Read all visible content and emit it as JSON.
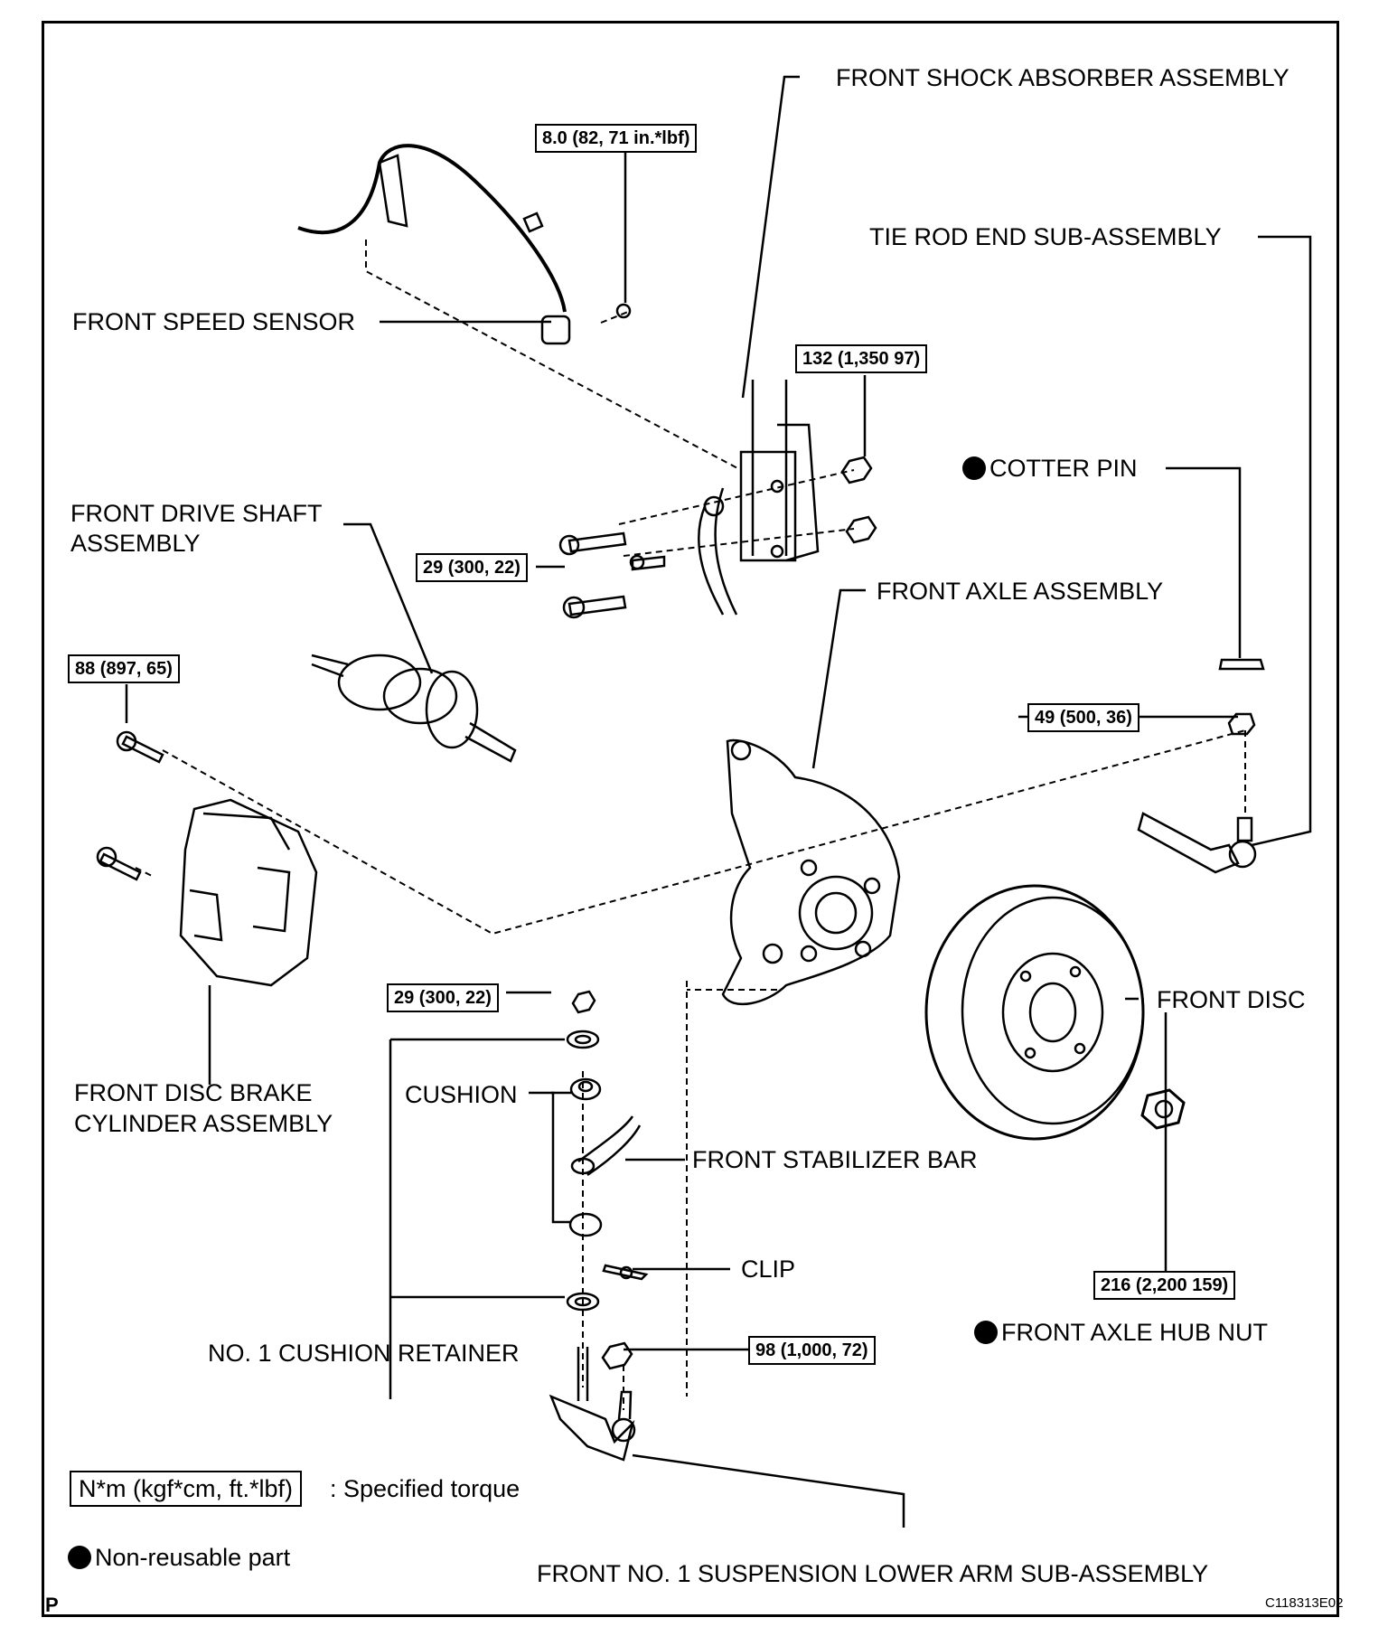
{
  "labels": {
    "shock_absorber": "FRONT SHOCK ABSORBER ASSEMBLY",
    "tie_rod_end": "TIE ROD END SUB-ASSEMBLY",
    "speed_sensor": "FRONT SPEED SENSOR",
    "cotter_pin": "COTTER PIN",
    "drive_shaft_1": "FRONT DRIVE SHAFT",
    "drive_shaft_2": "ASSEMBLY",
    "front_axle": "FRONT AXLE ASSEMBLY",
    "front_disc": "FRONT DISC",
    "brake_cyl_1": "FRONT DISC BRAKE",
    "brake_cyl_2": "CYLINDER ASSEMBLY",
    "cushion": "CUSHION",
    "stabilizer_bar": "FRONT STABILIZER BAR",
    "clip": "CLIP",
    "hub_nut": "FRONT AXLE HUB NUT",
    "cushion_retainer": "NO. 1 CUSHION RETAINER",
    "lower_arm": "FRONT NO. 1 SUSPENSION LOWER ARM SUB-ASSEMBLY"
  },
  "torques": {
    "sensor_bolt": "8.0 (82, 71 in.*lbf)",
    "strut_nut": "132 (1,350 97)",
    "sensor_bracket_bolt": "29 (300, 22)",
    "caliper_bolt": "88 (897, 65)",
    "tie_rod_nut": "49  (500, 36)",
    "stabilizer_nut": "29 (300, 22)",
    "hub_nut": "216 (2,200 159)",
    "lower_arm_nut": "98 (1,000, 72)"
  },
  "legend": {
    "torque_unit": "N*m (kgf*cm, ft.*lbf)",
    "torque_desc": ": Specified torque",
    "nonreusable": "Non-reusable part"
  },
  "footer": {
    "page_letter": "P",
    "figure_id": "C118313E02"
  }
}
